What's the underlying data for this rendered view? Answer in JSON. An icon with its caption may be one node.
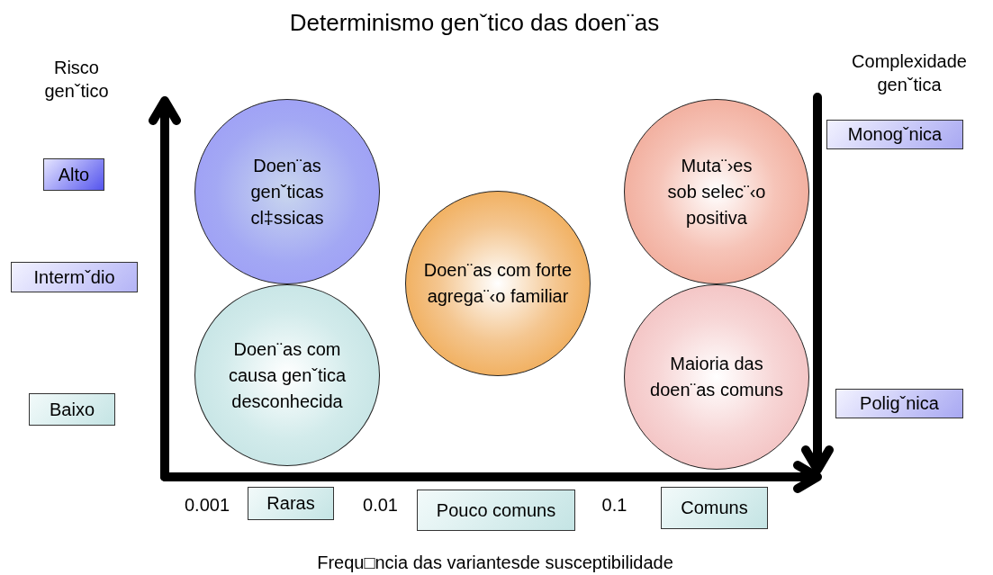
{
  "diagram": {
    "title": "Determinismo genˇtico das doen¨as",
    "nodes": [
      {
        "text": [
          "Doen¨as genˇticas cl‡ssicas"
        ]
      },
      {
        "text": [
          "Doen¨as com causa genˇtica desconhecida"
        ]
      },
      {
        "text": [
          "Doen¨as com forte agrega¨‹o familiar"
        ]
      },
      {
        "text": [
          "Muta¨›es sob selec¨‹o positiva"
        ]
      },
      {
        "text": [
          "Maioria das doen¨as comuns"
        ]
      },
      {
        "text": [
          "Alto"
        ]
      },
      {
        "text": [
          "Intermˇdio"
        ]
      },
      {
        "text": [
          "Baixo"
        ]
      },
      {
        "text": [
          "Monogˇnica"
        ]
      },
      {
        "text": [
          "Poligˇnica"
        ]
      },
      {
        "text": [
          "Raras"
        ]
      },
      {
        "text": [
          "Pouco comuns"
        ]
      },
      {
        "text": [
          "Comuns"
        ]
      }
    ],
    "edges": [],
    "labels": [
      "Risco genˇtico",
      "Complexidade genˇtica",
      "0.001",
      "0.01",
      "0.1",
      "Frequ□ncia das variantesde susceptibilidade"
    ]
  }
}
